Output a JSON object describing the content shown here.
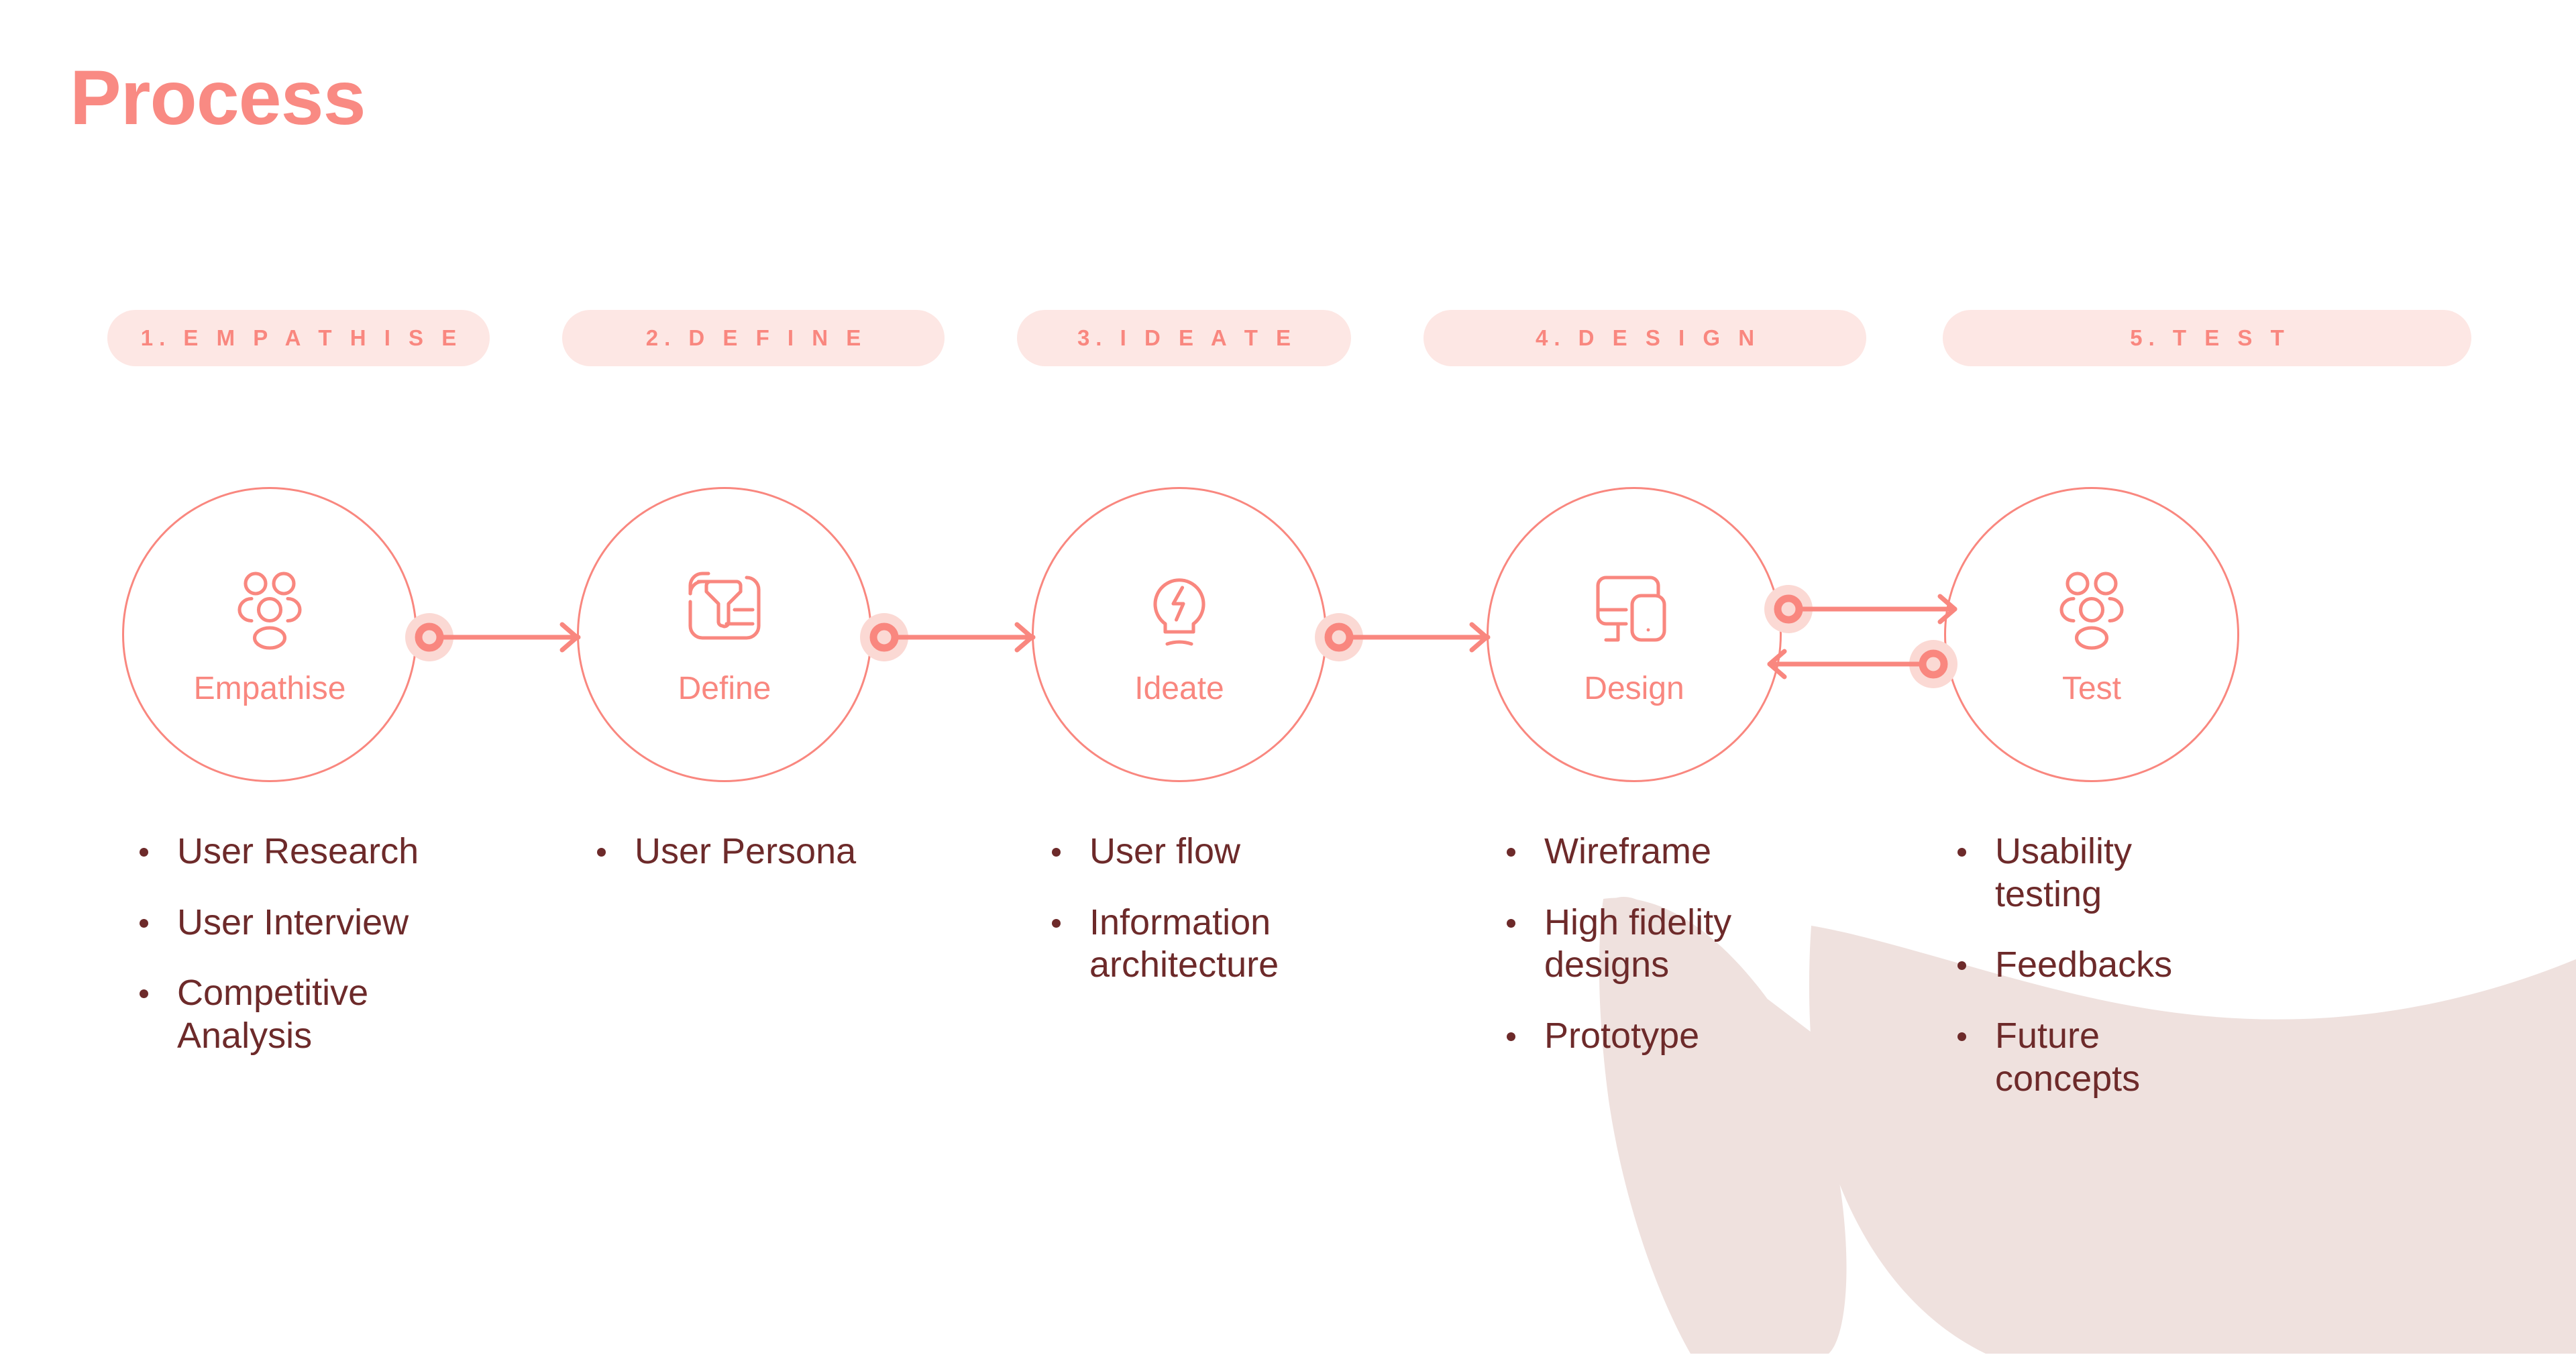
{
  "page": {
    "title": "Process",
    "background_color": "#ffffff"
  },
  "colors": {
    "accent": "#F9877F",
    "pill_background": "#FDE7E4",
    "bullet_text": "#6D2A2A",
    "halo": "#FBD9D4",
    "leaf": "#EFE1DE"
  },
  "stages": [
    {
      "pill_label": "1. E M P A T H I S E",
      "circle_label": "Empathise",
      "icon": "users-group-icon",
      "bullets": [
        "User Research",
        "User Interview",
        "Competitive Analysis"
      ]
    },
    {
      "pill_label": "2. D E F I N E",
      "circle_label": "Define",
      "icon": "funnel-document-icon",
      "bullets": [
        "User Persona"
      ]
    },
    {
      "pill_label": "3. I D E A T E",
      "circle_label": "Ideate",
      "icon": "lightbulb-bolt-icon",
      "bullets": [
        "User flow",
        "Information architecture"
      ]
    },
    {
      "pill_label": "4. D E S I G N",
      "circle_label": "Design",
      "icon": "monitor-mobile-icon",
      "bullets": [
        "Wireframe",
        "High fidelity designs",
        "Prototype"
      ]
    },
    {
      "pill_label": "5. T E S T",
      "circle_label": "Test",
      "icon": "users-group-icon",
      "bullets": [
        "Usability testing",
        "Feedbacks",
        "Future concepts"
      ]
    }
  ],
  "connectors": [
    {
      "name": "empathise-to-define",
      "direction": "right"
    },
    {
      "name": "define-to-ideate",
      "direction": "right"
    },
    {
      "name": "ideate-to-design",
      "direction": "right"
    },
    {
      "name": "design-to-test",
      "direction": "right"
    },
    {
      "name": "test-to-design",
      "direction": "left"
    }
  ],
  "decoration": {
    "leaf": "leaf-shape"
  }
}
